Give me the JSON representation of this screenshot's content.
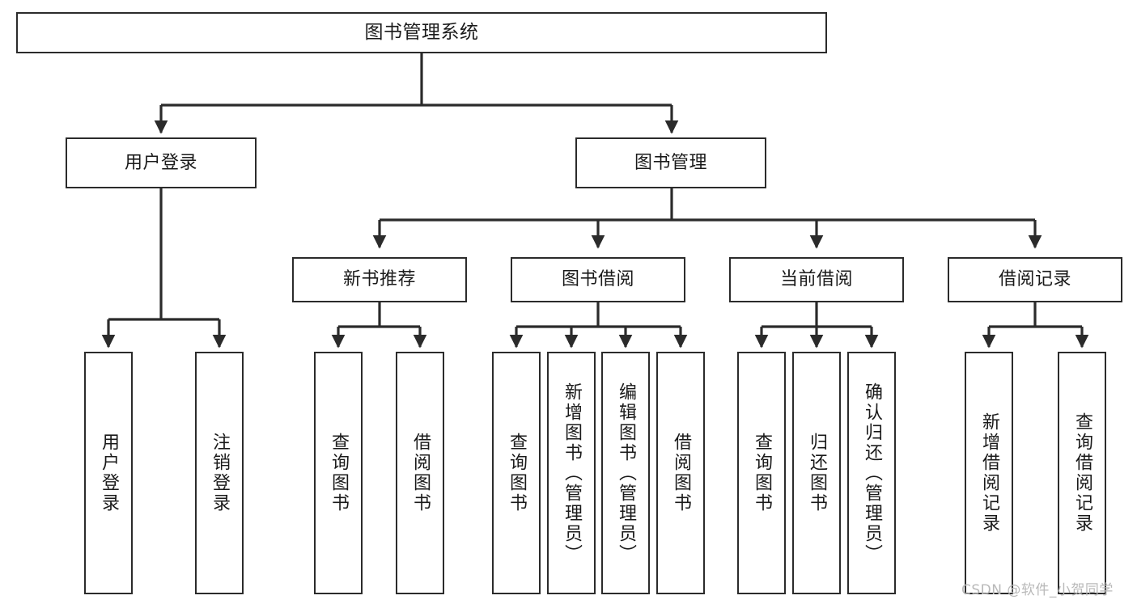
{
  "diagram": {
    "type": "hierarchy-tree",
    "title": "图书管理系统",
    "root": {
      "label": "图书管理系统"
    },
    "level2": [
      {
        "id": "user-login",
        "label": "用户登录"
      },
      {
        "id": "book-management",
        "label": "图书管理"
      }
    ],
    "level3": [
      {
        "id": "new-book-recommend",
        "label": "新书推荐",
        "parent": "book-management"
      },
      {
        "id": "book-borrow",
        "label": "图书借阅",
        "parent": "book-management"
      },
      {
        "id": "current-borrow",
        "label": "当前借阅",
        "parent": "book-management"
      },
      {
        "id": "borrow-record",
        "label": "借阅记录",
        "parent": "book-management"
      }
    ],
    "leaves": [
      {
        "id": "leaf-user-login",
        "label": "用户登录",
        "parent": "user-login"
      },
      {
        "id": "leaf-logout-login",
        "label": "注销登录",
        "parent": "user-login"
      },
      {
        "id": "leaf-query-book-1",
        "label": "查询图书",
        "parent": "new-book-recommend"
      },
      {
        "id": "leaf-borrow-book-1",
        "label": "借阅图书",
        "parent": "new-book-recommend"
      },
      {
        "id": "leaf-query-book-2",
        "label": "查询图书",
        "parent": "book-borrow"
      },
      {
        "id": "leaf-add-book",
        "label": "新增图书（管理员）",
        "parent": "book-borrow"
      },
      {
        "id": "leaf-edit-book",
        "label": "编辑图书（管理员）",
        "parent": "book-borrow"
      },
      {
        "id": "leaf-borrow-book-2",
        "label": "借阅图书",
        "parent": "book-borrow"
      },
      {
        "id": "leaf-query-book-3",
        "label": "查询图书",
        "parent": "current-borrow"
      },
      {
        "id": "leaf-return-book",
        "label": "归还图书",
        "parent": "current-borrow"
      },
      {
        "id": "leaf-confirm-return",
        "label": "确认归还（管理员）",
        "parent": "current-borrow"
      },
      {
        "id": "leaf-add-record",
        "label": "新增借阅记录",
        "parent": "borrow-record"
      },
      {
        "id": "leaf-query-record",
        "label": "查询借阅记录",
        "parent": "borrow-record"
      }
    ]
  },
  "watermark": {
    "text": "CSDN @软件_小贺同学"
  },
  "colors": {
    "stroke": "#2b2b2b",
    "background": "#ffffff",
    "text": "#1a1a1a",
    "watermark": "#b9b9b9"
  }
}
